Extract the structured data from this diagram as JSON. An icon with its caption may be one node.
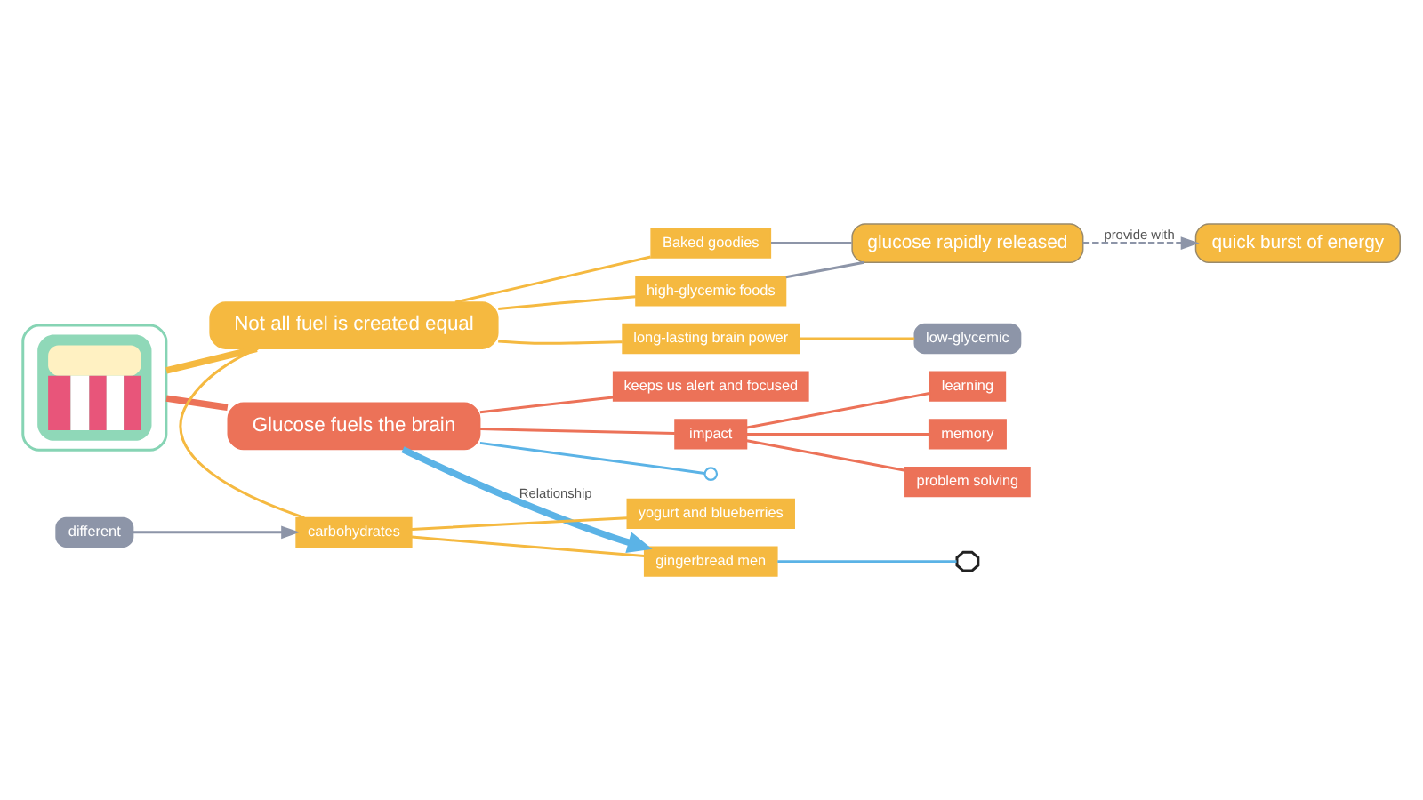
{
  "diagram": {
    "nodes": [
      {
        "text": [],
        "shape": "picture"
      },
      {
        "text": [
          "Glucose fuels the brain"
        ]
      },
      {
        "text": [
          "keeps us alert and focused"
        ]
      },
      {
        "text": [
          "impact"
        ]
      },
      {
        "text": [
          "problem solving"
        ]
      },
      {
        "text": [
          "learning"
        ]
      },
      {
        "text": [
          "memory"
        ]
      },
      {
        "text": [
          "Not all fuel is created equal"
        ]
      },
      {
        "text": [
          "different"
        ]
      },
      {
        "text": [
          "carbohydrates"
        ]
      },
      {
        "text": [
          "gingerbread men"
        ]
      },
      {
        "text": [
          "yogurt and blueberries"
        ]
      },
      {
        "text": [
          "Baked goodies"
        ]
      },
      {
        "text": [
          "high-glycemic foods"
        ]
      },
      {
        "text": [
          "long-lasting brain power"
        ]
      },
      {
        "text": [
          "glucose rapidly released"
        ]
      },
      {
        "text": [
          "low-glycemic"
        ]
      },
      {
        "text": [
          "quick burst of energy"
        ]
      },
      {
        "text": [],
        "shape": "circle"
      },
      {
        "text": [],
        "shape": "hand"
      }
    ],
    "edges": [
      {
        "from": 0,
        "to": 1,
        "arrow": "none",
        "style": "thick",
        "color": "#ec7258"
      },
      {
        "from": 0,
        "to": 7,
        "arrow": "none",
        "style": "thick"
      },
      {
        "from": 1,
        "to": 2,
        "arrow": "none",
        "color": "#ec7258"
      },
      {
        "from": 1,
        "to": 3,
        "arrow": "none",
        "color": "#ec7258"
      },
      {
        "from": 3,
        "to": 4,
        "arrow": "none",
        "color": "#ec7258"
      },
      {
        "from": 3,
        "to": 5,
        "arrow": "none",
        "color": "#ec7258"
      },
      {
        "from": 3,
        "to": 6,
        "arrow": "none",
        "color": "#ec7258"
      },
      {
        "from": 8,
        "to": 9,
        "arrow": "to",
        "color": "#8d95a8"
      },
      {
        "from": 7,
        "to": 9,
        "arrow": "none"
      },
      {
        "from": 9,
        "to": 10,
        "arrow": "none"
      },
      {
        "from": 9,
        "to": 11,
        "arrow": "none"
      },
      {
        "from": 7,
        "to": 12,
        "arrow": "none"
      },
      {
        "from": 7,
        "to": 13,
        "arrow": "none"
      },
      {
        "from": 7,
        "to": 14,
        "arrow": "none"
      },
      {
        "from": 12,
        "to": 15,
        "arrow": "none",
        "color": "#8d95a8"
      },
      {
        "from": 13,
        "to": 15,
        "arrow": "none",
        "color": "#8d95a8"
      },
      {
        "from": 14,
        "to": 16,
        "arrow": "none"
      },
      {
        "from": 15,
        "to": 17,
        "arrow": "to",
        "label": "provide with",
        "style": "dashed",
        "color": "#8d95a8"
      },
      {
        "from": 1,
        "to": 10,
        "arrow": "to",
        "label": "Relationship",
        "style": "thick",
        "color": "#5bb3e6"
      },
      {
        "from": 1,
        "to": 18,
        "arrow": "none",
        "color": "#5bb3e6"
      },
      {
        "from": 10,
        "to": 19,
        "arrow": "none",
        "color": "#5bb3e6"
      }
    ]
  }
}
